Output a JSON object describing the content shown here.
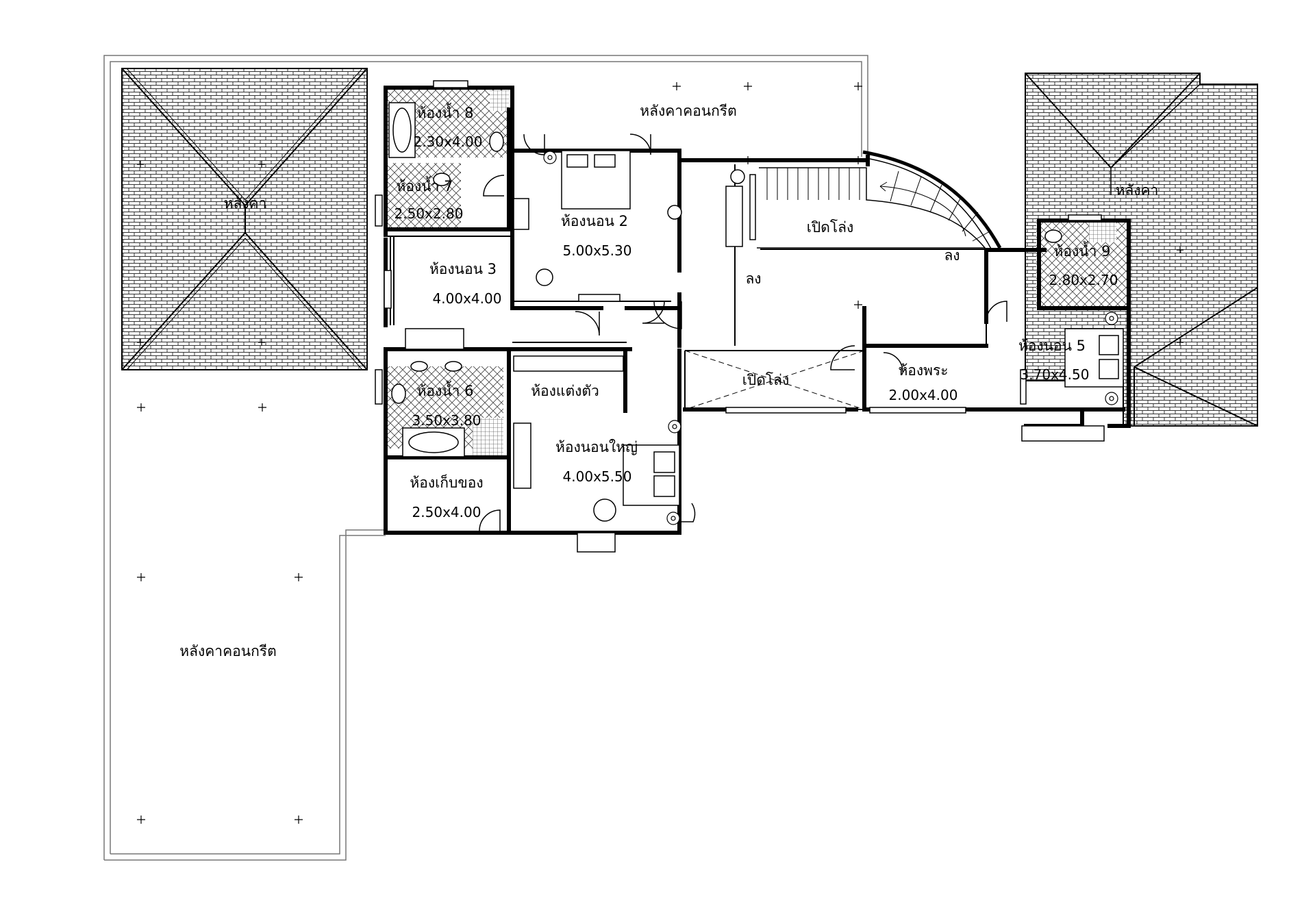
{
  "roofs": {
    "left_tiled": "หลังคา",
    "right_tiled": "หลังคา",
    "top_concrete": "หลังคาคอนกรีต",
    "left_concrete": "หลังคาคอนกรีต"
  },
  "rooms": {
    "bath8": {
      "name": "ห้องน้ำ 8",
      "size": "2.30x4.00"
    },
    "bath7": {
      "name": "ห้องน้ำ 7",
      "size": "2.50x2.80"
    },
    "bed2": {
      "name": "ห้องนอน 2",
      "size": "5.00x5.30"
    },
    "bed3": {
      "name": "ห้องนอน 3",
      "size": "4.00x4.00"
    },
    "bath6": {
      "name": "ห้องน้ำ 6",
      "size": "3.50x3.80"
    },
    "dressing": {
      "name": "ห้องแต่งตัว"
    },
    "master": {
      "name": "ห้องนอนใหญ่",
      "size": "4.00x5.50"
    },
    "storage": {
      "name": "ห้องเก็บของ",
      "size": "2.50x4.00"
    },
    "shrine": {
      "name": "ห้องพระ",
      "size": "2.00x4.00"
    },
    "bed5": {
      "name": "ห้องนอน 5",
      "size": "3.70x4.50"
    },
    "bath9": {
      "name": "ห้องน้ำ 9",
      "size": "2.80x2.70"
    }
  },
  "openings": {
    "upper": "เปิดโล่ง",
    "lower": "เปิดโล่ง"
  },
  "stairs": {
    "down_left": "ลง",
    "down_right": "ลง"
  }
}
